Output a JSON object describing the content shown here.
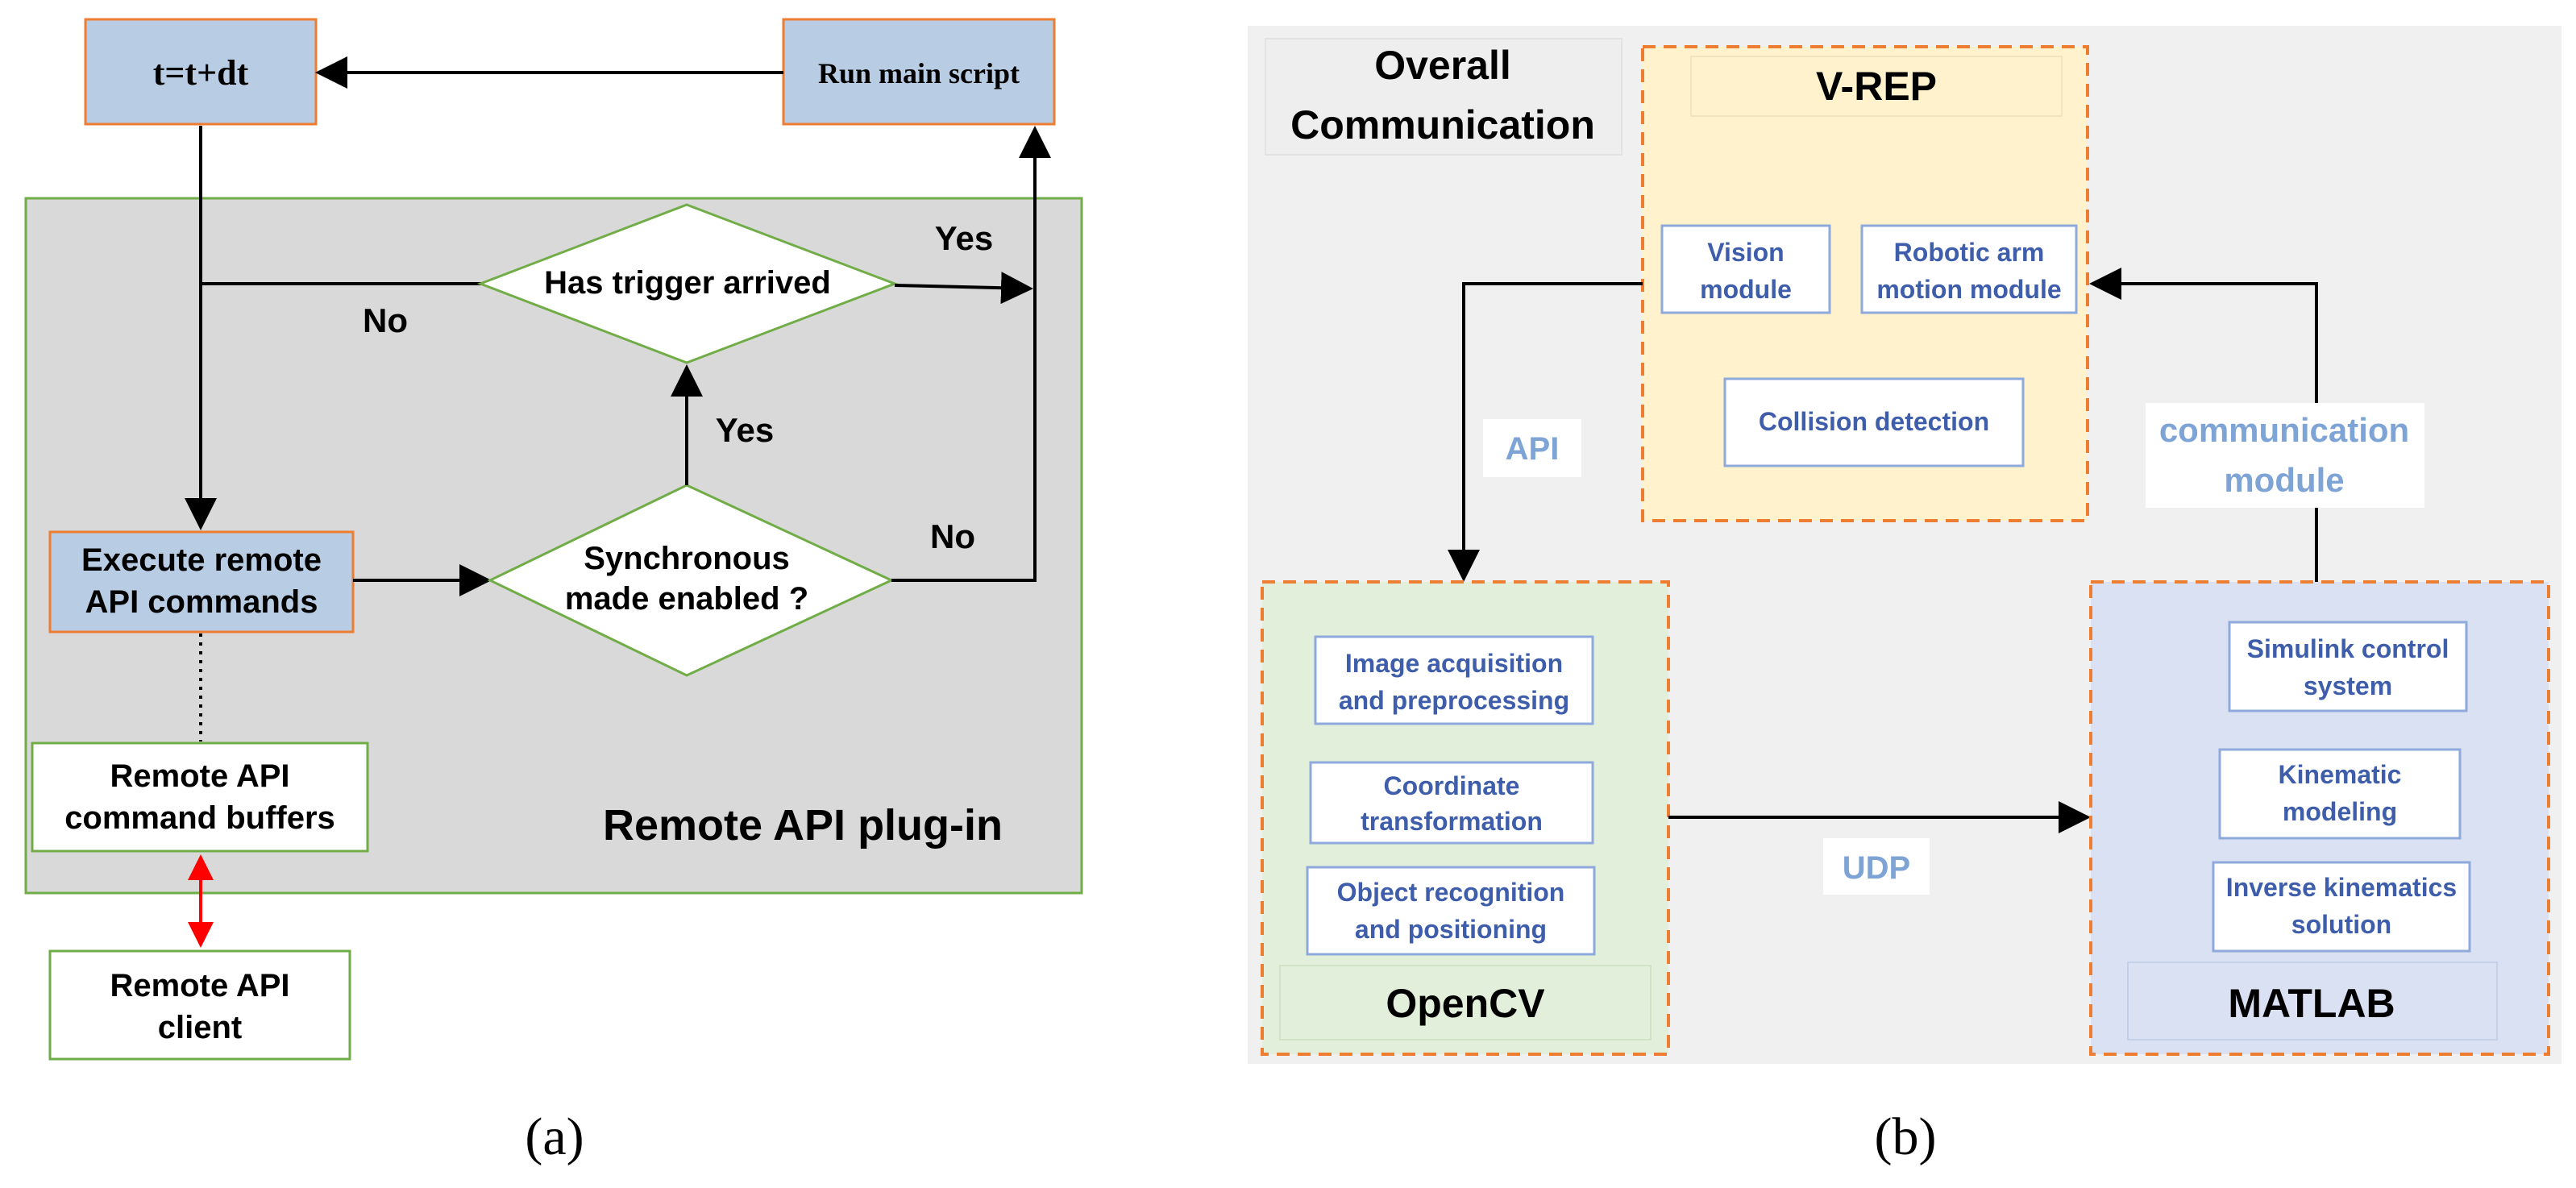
{
  "panel_a": {
    "t_update": "t=t+dt",
    "run_main_script": "Run main script",
    "trigger_decision": "Has trigger arrived",
    "trigger_yes": "Yes",
    "trigger_no": "No",
    "sync_yes": "Yes",
    "sync_no": "No",
    "execute_box": [
      "Execute remote",
      "API commands"
    ],
    "sync_decision": [
      "Synchronous",
      "made enabled ?"
    ],
    "buffers_box": [
      "Remote API",
      "command buffers"
    ],
    "client_box": [
      "Remote API",
      "client"
    ],
    "plugin_label": "Remote API plug-in",
    "caption": "(a)"
  },
  "panel_b": {
    "overall_title": [
      "Overall",
      "Communication"
    ],
    "vrep_title": "V-REP",
    "vision_module": [
      "Vision",
      "module"
    ],
    "robotic_arm_module": [
      "Robotic arm",
      "motion module"
    ],
    "collision_detection": "Collision detection",
    "api_label": "API",
    "communication_label": [
      "communication",
      "module"
    ],
    "image_acq": [
      "Image acquisition",
      "and  preprocessing"
    ],
    "coord_transform": [
      "Coordinate",
      "transformation"
    ],
    "object_recog": [
      "Object recognition",
      "and positioning"
    ],
    "opencv_title": "OpenCV",
    "udp_label": "UDP",
    "simulink": [
      "Simulink control",
      "system"
    ],
    "kinematic": [
      "Kinematic",
      "modeling"
    ],
    "inverse_kin": [
      "Inverse kinematics",
      "solution"
    ],
    "matlab_title": "MATLAB",
    "caption": "(b)"
  },
  "colors": {
    "blue_box": "#b8cce4",
    "orange_border": "#ed7d31",
    "green_border": "#70ad47",
    "plugin_gray": "#d9d9d9",
    "vrep_fill": "#fff2cc",
    "opencv_fill": "#e2efda",
    "matlab_fill": "#d9e1f2",
    "panel_b_bg": "#f0f0f0",
    "module_text": "#3e5eab",
    "light_label": "#7ea4d6",
    "red_arrow": "#ff0000"
  }
}
